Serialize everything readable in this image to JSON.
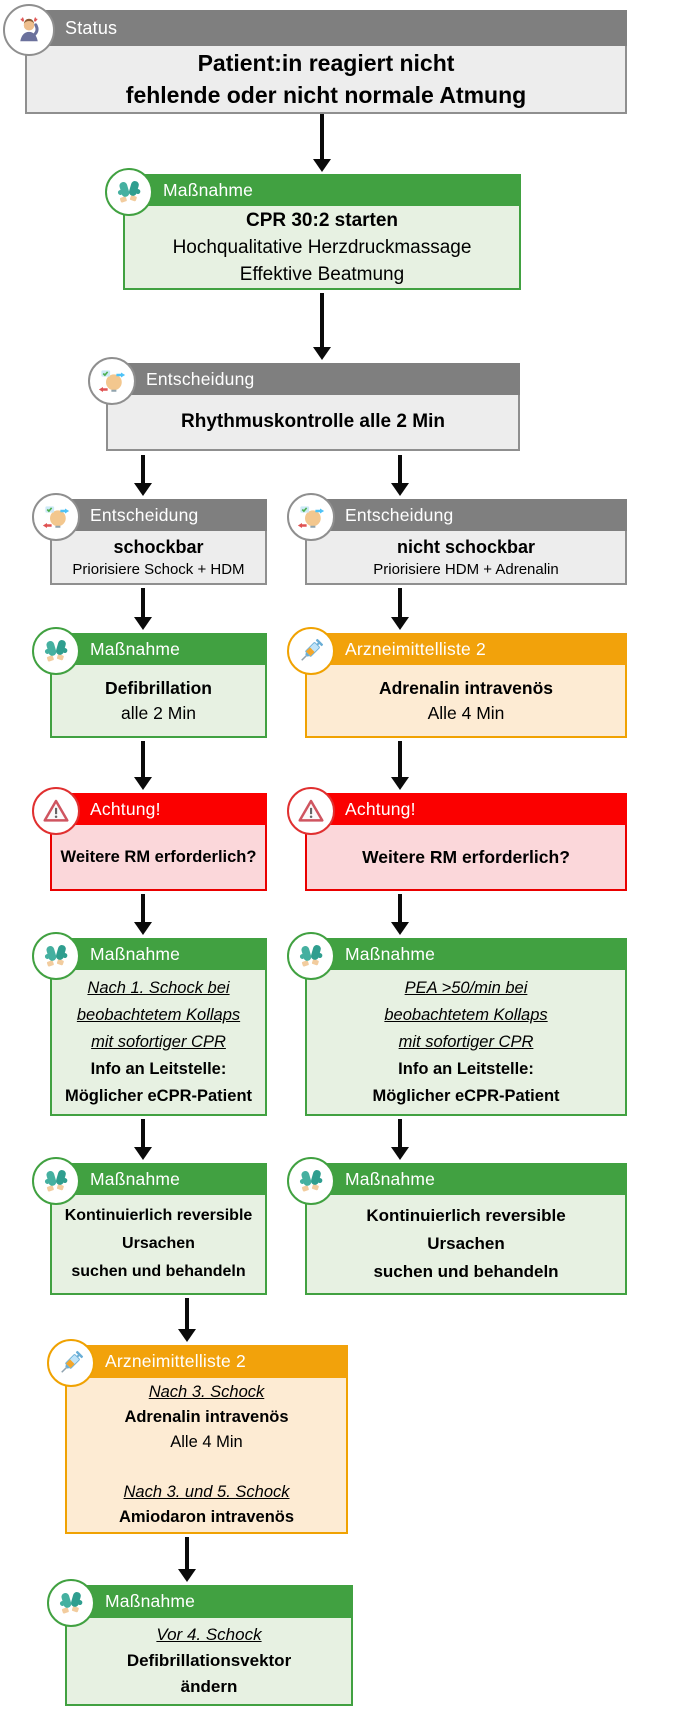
{
  "document": {
    "type": "CPR-Algorithmus Flussdiagramm",
    "colors": {
      "status_gray": "#7F7F7F",
      "massnahme_green": "#41A141",
      "arznei_orange": "#F2A20B",
      "achtung_red": "#FB0000",
      "body_gray": "#EDEDED",
      "body_green": "#E7F1E2",
      "body_orange": "#FDEBD3",
      "body_pink": "#FBD7DA",
      "arrow_black": "#0A0A0A"
    },
    "icons": {
      "status": "person-confused-icon",
      "entscheidung": "decision-head-arrows-icon",
      "massnahme": "medical-gloves-icon",
      "arzneimittelliste": "syringe-icon",
      "achtung": "warning-triangle-icon"
    }
  },
  "boxes": {
    "status": {
      "header": "Status",
      "lines": [
        "Patient:in reagiert nicht",
        "fehlende oder nicht normale Atmung"
      ]
    },
    "cpr": {
      "header": "Maßnahme",
      "lines": [
        "CPR 30:2 starten",
        "Hochqualitative Herzdruckmassage",
        "Effektive Beatmung"
      ]
    },
    "rhythm": {
      "header": "Entscheidung",
      "lines": [
        "Rhythmuskontrolle alle 2 Min"
      ]
    },
    "schockbar": {
      "header": "Entscheidung",
      "lines": [
        "schockbar",
        "Priorisiere Schock + HDM"
      ]
    },
    "nicht_schockbar": {
      "header": "Entscheidung",
      "lines": [
        "nicht schockbar",
        "Priorisiere HDM + Adrenalin"
      ]
    },
    "defibrillation": {
      "header": "Maßnahme",
      "lines": [
        "Defibrillation",
        "alle 2 Min"
      ]
    },
    "adrenalin": {
      "header": "Arzneimittelliste 2",
      "lines": [
        "Adrenalin intravenös",
        "Alle 4 Min"
      ]
    },
    "achtung_links": {
      "header": "Achtung!",
      "lines": [
        "Weitere RM erforderlich?"
      ]
    },
    "achtung_rechts": {
      "header": "Achtung!",
      "lines": [
        "Weitere RM erforderlich?"
      ]
    },
    "ecpr_links": {
      "header": "Maßnahme",
      "lines": [
        "Nach 1. Schock bei",
        "beobachtetem Kollaps",
        "mit sofortiger CPR",
        "Info an Leitstelle:",
        "Möglicher eCPR-Patient"
      ]
    },
    "ecpr_rechts": {
      "header": "Maßnahme",
      "lines": [
        "PEA >50/min bei",
        "beobachtetem Kollaps",
        "mit sofortiger CPR",
        "Info an Leitstelle:",
        "Möglicher eCPR-Patient"
      ]
    },
    "reversibel_links": {
      "header": "Maßnahme",
      "lines": [
        "Kontinuierlich reversible",
        "Ursachen",
        "suchen und behandeln"
      ]
    },
    "reversibel_rechts": {
      "header": "Maßnahme",
      "lines": [
        "Kontinuierlich reversible",
        "Ursachen",
        "suchen und behandeln"
      ]
    },
    "arznei2": {
      "header": "Arzneimittelliste 2",
      "lines": [
        "Nach 3. Schock",
        "Adrenalin intravenös",
        "Alle 4 Min",
        "Nach 3. und 5. Schock",
        "Amiodaron intravenös"
      ]
    },
    "vektor": {
      "header": "Maßnahme",
      "lines": [
        "Vor 4. Schock",
        "Defibrillationsvektor",
        "ändern"
      ]
    }
  }
}
